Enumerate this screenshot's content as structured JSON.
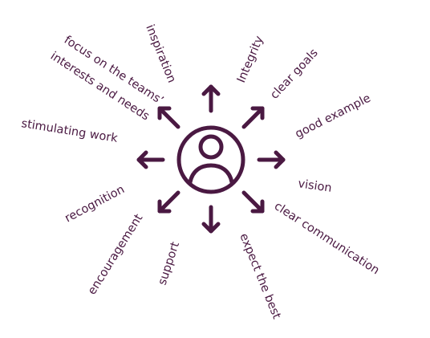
{
  "diagram": {
    "accent_color": "#4a1942",
    "center_icon": "person-circle-icon",
    "arrow_icon": "arrow-icon",
    "labels": [
      "focus on the teams’",
      "interests and needs",
      "inspiration",
      "Integrity",
      "clear goals",
      "good example",
      "stimulating work",
      "vision",
      "recognition",
      "clear communication",
      "encouragement",
      "support",
      "expect the best"
    ]
  }
}
